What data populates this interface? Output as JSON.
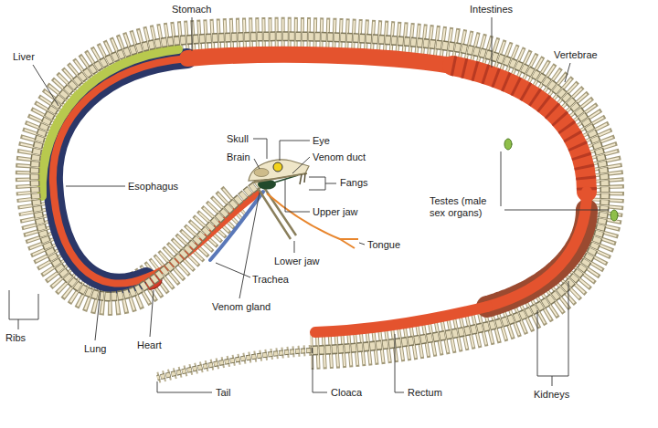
{
  "diagram": {
    "labels": [
      "Stomach",
      "Intestines",
      "Liver",
      "Vertebrae",
      "Skull",
      "Eye",
      "Brain",
      "Venom duct",
      "Fangs",
      "Esophagus",
      "Upper jaw",
      "Testes (male sex organs)",
      "Tongue",
      "Lower jaw",
      "Trachea",
      "Ribs",
      "Lung",
      "Heart",
      "Venom gland",
      "Kidneys",
      "Tail",
      "Cloaca",
      "Rectum"
    ]
  }
}
